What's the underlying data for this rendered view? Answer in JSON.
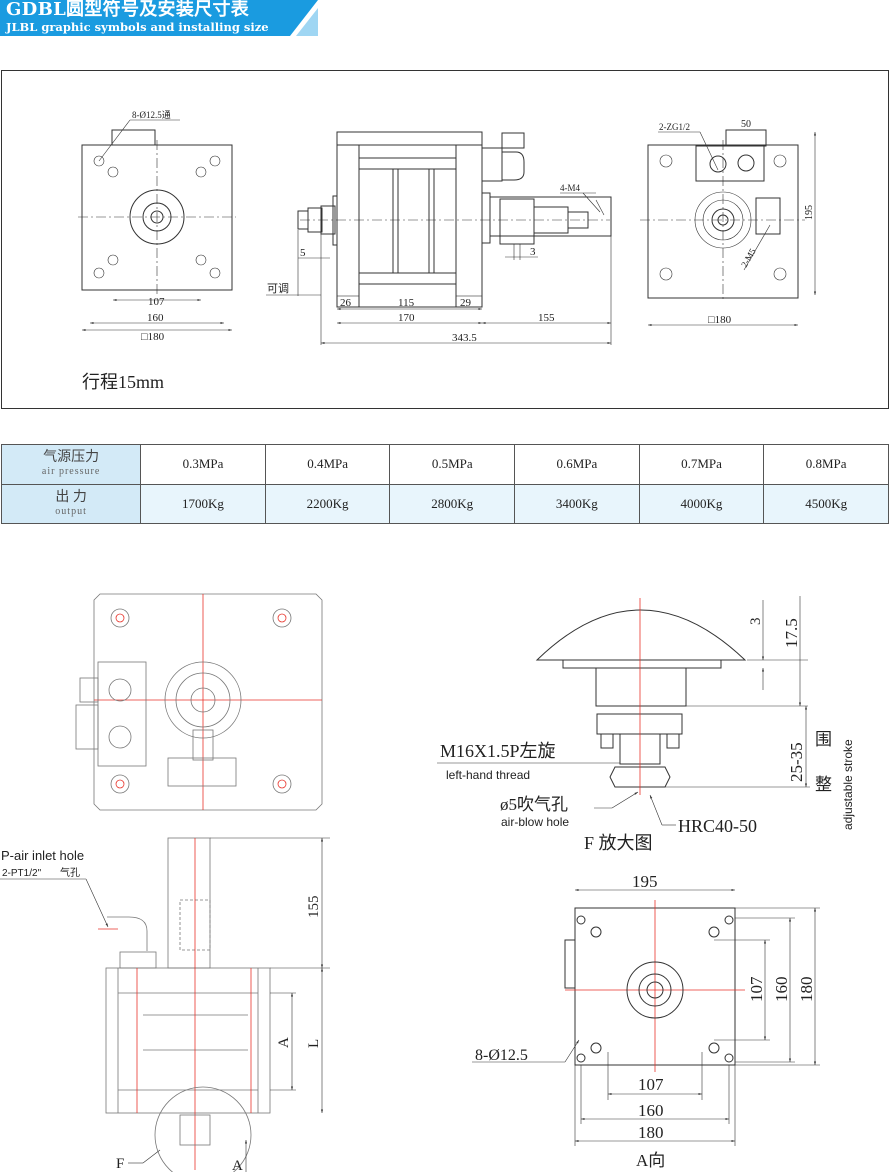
{
  "header": {
    "title": "GDBL圆型符号及安装尺寸表",
    "subtitle": "JLBL graphic symbols and installing size",
    "color": "#1a9be0"
  },
  "top_drawing": {
    "front_view": {
      "holes": "8-Ø12.5通",
      "dim_107": "107",
      "dim_160": "160",
      "dim_180": "□180"
    },
    "side_view": {
      "dim_5": "5",
      "adjustable": "可调",
      "dim_26": "26",
      "dim_115": "115",
      "dim_29": "29",
      "dim_170": "170",
      "dim_155": "155",
      "dim_343": "343.5",
      "dim_3": "3",
      "thread": "4-M4"
    },
    "rear_view": {
      "port": "2-ZG1/2",
      "dim_50": "50",
      "dim_195": "195",
      "screws": "2-M5",
      "dim_180": "□180"
    },
    "stroke": "行程15mm"
  },
  "table": {
    "rows": [
      {
        "label_cn": "气源压力",
        "label_en": "air pressure",
        "values": [
          "0.3MPa",
          "0.4MPa",
          "0.5MPa",
          "0.6MPa",
          "0.7MPa",
          "0.8MPa"
        ]
      },
      {
        "label_cn": "出  力",
        "label_en": "output",
        "values": [
          "1700Kg",
          "2200Kg",
          "2800Kg",
          "3400Kg",
          "4000Kg",
          "4500Kg"
        ]
      }
    ]
  },
  "bottom_left": {
    "inlet_label": "P-air inlet hole",
    "inlet_spec": "2-PT1/2\"",
    "inlet_cn": "气孔",
    "dim_155": "155",
    "dim_A": "A",
    "dim_L": "L",
    "detail_F": "F",
    "view_A": "A"
  },
  "detail_F": {
    "dim_3": "3",
    "dim_17_5": "17.5",
    "dim_25_35": "25-35",
    "range_cn_1": "围",
    "range_cn_2": "整",
    "adjustable_stroke": "adjustable  stroke",
    "thread_cn": "M16X1.5P左旋",
    "thread_en": "left-hand thread",
    "blow_cn": "ø5吹气孔",
    "blow_en": "air-blow hole",
    "hardness": "HRC40-50",
    "caption": "F 放大图"
  },
  "view_A": {
    "dim_195": "195",
    "dim_107_v": "107",
    "dim_160_v": "160",
    "dim_180_v": "180",
    "holes": "8-Ø12.5",
    "dim_107_h": "107",
    "dim_160_h": "160",
    "dim_180_h": "180",
    "caption": "A向"
  }
}
